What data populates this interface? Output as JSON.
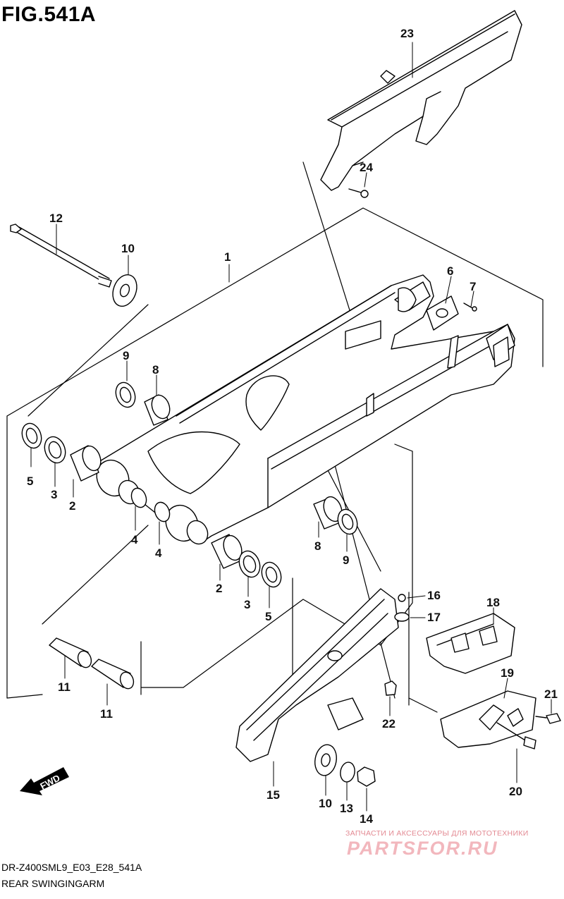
{
  "figure": {
    "title": "FIG.541A",
    "code": "DR-Z400SML9_E03_E28_541A",
    "name": "REAR SWINGINGARM"
  },
  "fwd_label": "FWD",
  "watermark": {
    "tagline": "ЗАПЧАСТИ И АКСЕССУАРЫ ДЛЯ МОТОТЕХНИКИ",
    "logo": "PARTSFOR.RU"
  },
  "callouts": [
    "1",
    "2",
    "2",
    "3",
    "3",
    "4",
    "4",
    "5",
    "5",
    "6",
    "7",
    "8",
    "8",
    "9",
    "9",
    "10",
    "10",
    "11",
    "11",
    "12",
    "13",
    "14",
    "15",
    "16",
    "17",
    "18",
    "19",
    "20",
    "21",
    "22",
    "23",
    "24"
  ]
}
